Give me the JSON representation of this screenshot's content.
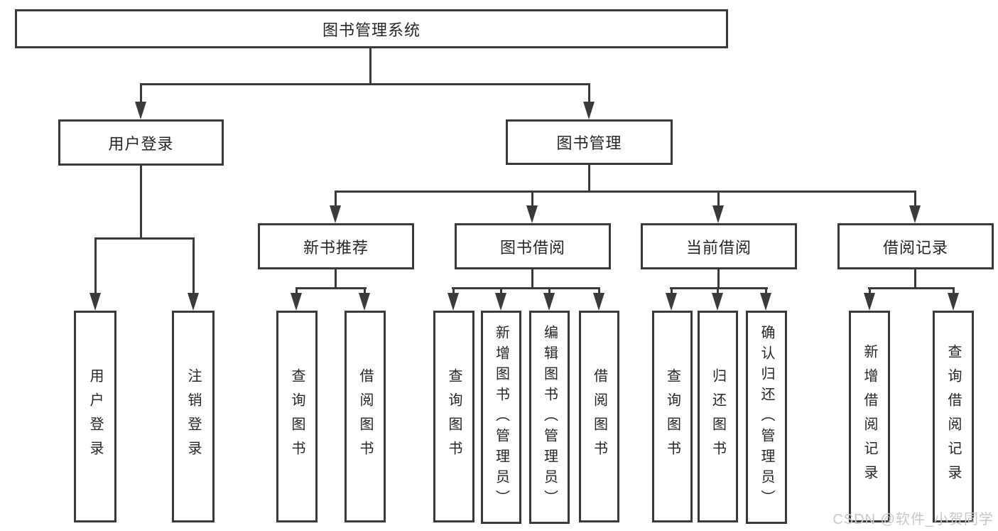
{
  "tree": {
    "root": {
      "label": "图书管理系统",
      "children": [
        {
          "label": "用户登录",
          "children": [
            {
              "label": "用户登录"
            },
            {
              "label": "注销登录"
            }
          ]
        },
        {
          "label": "图书管理",
          "children": [
            {
              "label": "新书推荐",
              "children": [
                {
                  "label": "查询图书"
                },
                {
                  "label": "借阅图书"
                }
              ]
            },
            {
              "label": "图书借阅",
              "children": [
                {
                  "label": "查询图书"
                },
                {
                  "label": "新增图书（管理员）"
                },
                {
                  "label": "编辑图书（管理员）"
                },
                {
                  "label": "借阅图书"
                }
              ]
            },
            {
              "label": "当前借阅",
              "children": [
                {
                  "label": "查询图书"
                },
                {
                  "label": "归还图书"
                },
                {
                  "label": "确认归还（管理员）"
                }
              ]
            },
            {
              "label": "借阅记录",
              "children": [
                {
                  "label": "新增借阅记录"
                },
                {
                  "label": "查询借阅记录"
                }
              ]
            }
          ]
        }
      ]
    }
  },
  "watermark": {
    "text": "CSDN @软件_小贺同学"
  },
  "colors": {
    "line": "#3a3a3a",
    "text": "#262626",
    "watermark": "#c7c7cc",
    "background": "#ffffff"
  }
}
